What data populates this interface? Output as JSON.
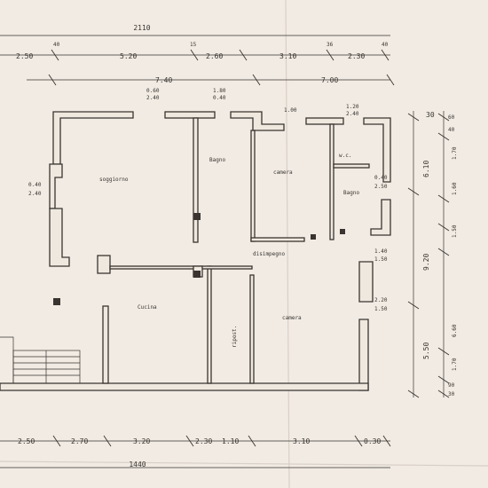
{
  "paper": {
    "background": "#f1ebe4",
    "ink": "#3a3430",
    "fold_line": "#d9d0c7"
  },
  "dimensions": {
    "overall_top": "2110",
    "top_row": [
      "2.50",
      "5.20",
      "2.60",
      "3.10",
      "2.30"
    ],
    "top_small": [
      "40",
      "15",
      "36",
      "40"
    ],
    "second_row": [
      "7.40",
      "7.00"
    ],
    "right_column": [
      "30",
      "6.10",
      "9.20",
      "5.50"
    ],
    "right_far": [
      "60",
      "40",
      "1.70",
      "1.60",
      "1.50",
      "6.60",
      "1.70",
      "90",
      "30"
    ],
    "bottom_row": [
      "2.50",
      "2.70",
      "3.20",
      "2.30",
      "1.10",
      "3.10",
      "0.30"
    ],
    "overall_bottom": "1440",
    "openings": [
      "0.60",
      "2.40",
      "1.80",
      "0.40",
      "1.00",
      "1.20",
      "2.40",
      "0.40",
      "2.40",
      "0.40",
      "2.50",
      "2.20",
      "1.50",
      "1.40",
      "1.50"
    ]
  },
  "rooms": {
    "soggiorno": "soggiorno",
    "bagno": "Bagno",
    "camera": "camera",
    "bagno2": "Bagno",
    "corridoio": "disimpegno",
    "cucina": "Cucina",
    "camera2": "camera",
    "ripost": "ripost.",
    "wc": "w.c."
  }
}
